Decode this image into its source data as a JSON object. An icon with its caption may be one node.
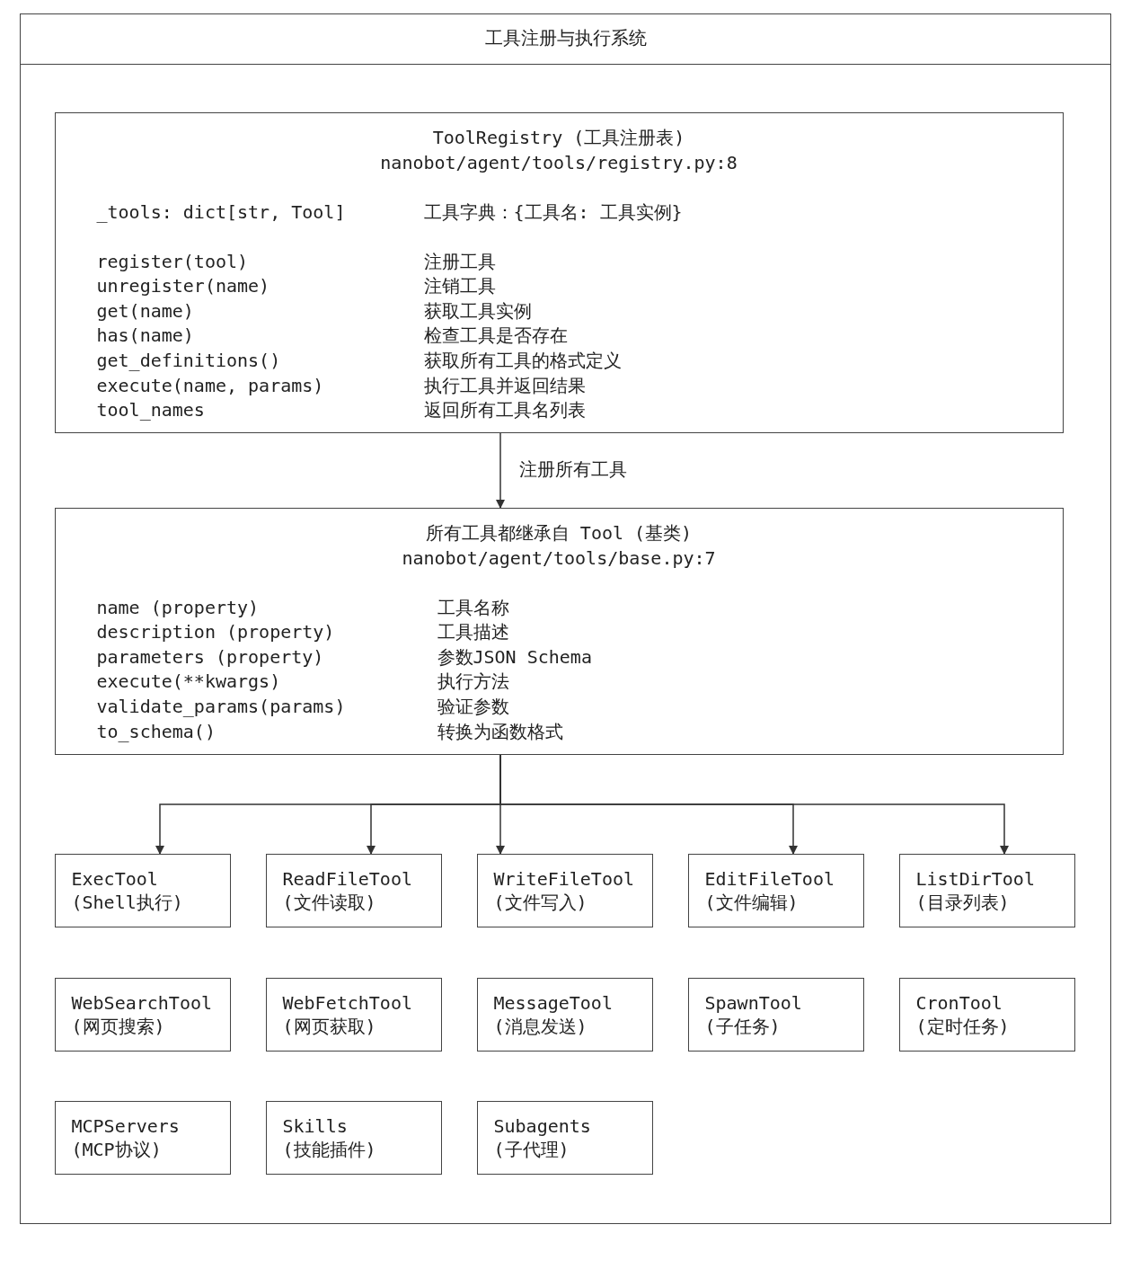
{
  "diagram": {
    "nodes": [
      {
        "text": [
          "工具注册与执行系统"
        ]
      },
      {
        "text": [
          "ToolRegistry (工具注册表)",
          "nanobot/agent/tools/registry.py:8",
          "_tools: dict[str, Tool]",
          "工具字典：{工具名: 工具实例}",
          "register(tool)",
          "注册工具",
          "unregister(name)",
          "注销工具",
          "get(name)",
          "获取工具实例",
          "has(name)",
          "检查工具是否存在",
          "get_definitions()",
          "获取所有工具的格式定义",
          "execute(name, params)",
          "执行工具并返回结果",
          "tool_names",
          "返回所有工具名列表"
        ],
        "in": 0
      },
      {
        "text": [
          "所有工具都继承自 Tool (基类)",
          "nanobot/agent/tools/base.py:7",
          "name (property)",
          "工具名称",
          "description (property)",
          "工具描述",
          "parameters (property)",
          "参数JSON Schema",
          "execute(**kwargs)",
          "执行方法",
          "validate_params(params)",
          "验证参数",
          "to_schema()",
          "转换为函数格式"
        ],
        "in": 0
      },
      {
        "text": [
          "ExecTool",
          "(Shell执行)"
        ],
        "in": 0
      },
      {
        "text": [
          "ReadFileTool",
          "(文件读取)"
        ],
        "in": 0
      },
      {
        "text": [
          "WriteFileTool",
          "(文件写入)"
        ],
        "in": 0
      },
      {
        "text": [
          "EditFileTool",
          "(文件编辑)"
        ],
        "in": 0
      },
      {
        "text": [
          "ListDirTool",
          "(目录列表)"
        ],
        "in": 0
      },
      {
        "text": [
          "WebSearchTool",
          "(网页搜索)"
        ],
        "in": 0
      },
      {
        "text": [
          "WebFetchTool",
          "(网页获取)"
        ],
        "in": 0
      },
      {
        "text": [
          "MessageTool",
          "(消息发送)"
        ],
        "in": 0
      },
      {
        "text": [
          "SpawnTool",
          "(子任务)"
        ],
        "in": 0
      },
      {
        "text": [
          "CronTool",
          "(定时任务)"
        ],
        "in": 0
      },
      {
        "text": [
          "MCPServers",
          "(MCP协议)"
        ],
        "in": 0
      },
      {
        "text": [
          "Skills",
          "(技能插件)"
        ],
        "in": 0
      },
      {
        "text": [
          "Subagents",
          "(子代理)"
        ],
        "in": 0
      }
    ],
    "edges": [
      {
        "from": 1,
        "to": 2,
        "arrow": "to",
        "label": "注册所有工具"
      },
      {
        "from": 2,
        "to": 3,
        "arrow": "to"
      },
      {
        "from": 2,
        "to": 4,
        "arrow": "to"
      },
      {
        "from": 2,
        "to": 5,
        "arrow": "to"
      },
      {
        "from": 2,
        "to": 6,
        "arrow": "to"
      },
      {
        "from": 2,
        "to": 7,
        "arrow": "to"
      }
    ]
  }
}
